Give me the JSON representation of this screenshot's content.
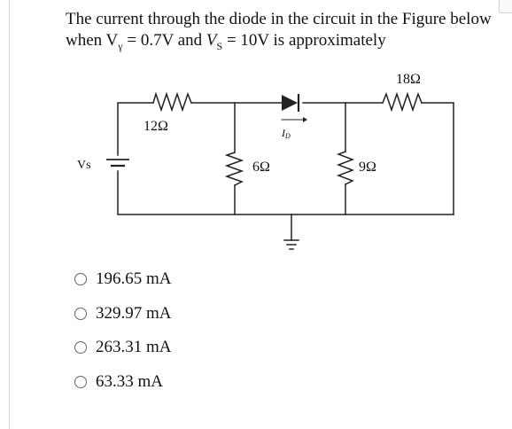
{
  "question": {
    "line1": "The current through the diode in the circuit in the Figure below",
    "line2_prefix": "when V",
    "vy_sub": "γ",
    "vy_value": " = 0.7V and ",
    "vs_var": "V",
    "vs_sub": "S",
    "vs_value": " = 10V is approximately"
  },
  "circuit": {
    "r1_label": "12Ω",
    "r2_label": "6Ω",
    "r3_label": "9Ω",
    "r4_label": "18Ω",
    "source_label": "Vs",
    "diode_current_label": "I",
    "diode_current_sub": "D"
  },
  "options": [
    {
      "label": "196.65 mA"
    },
    {
      "label": "329.97 mA"
    },
    {
      "label": "263.31 mA"
    },
    {
      "label": "63.33 mA"
    }
  ]
}
